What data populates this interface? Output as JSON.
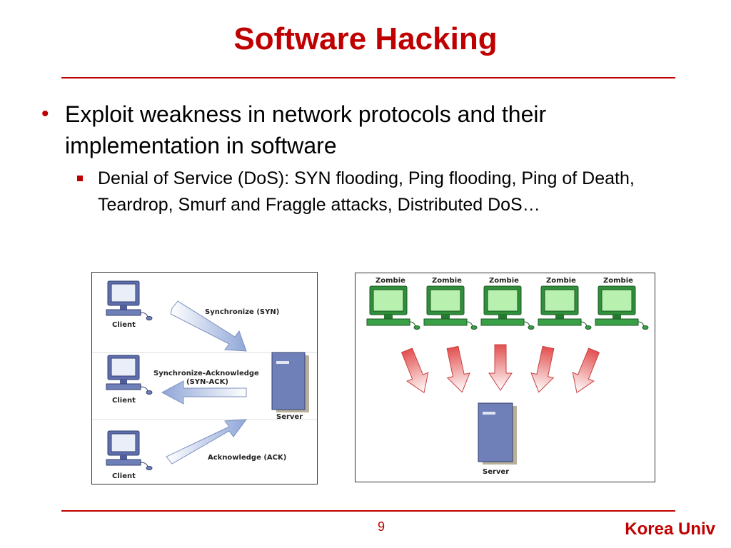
{
  "slide": {
    "title": "Software Hacking",
    "bullet_main": "Exploit weakness in network protocols and their implementation in software",
    "bullet_sub": "Denial of Service (DoS): SYN flooding, Ping flooding, Ping of Death, Teardrop, Smurf and Fraggle attacks, Distributed DoS…",
    "page_number": "9",
    "footer": "Korea Univ"
  },
  "handshake_figure": {
    "client_label": "Client",
    "server_label": "Server",
    "syn_label": "Synchronize (SYN)",
    "synack_label_line1": "Synchronize-Acknowledge",
    "synack_label_line2": "(SYN-ACK)",
    "ack_label": "Acknowledge (ACK)"
  },
  "ddos_figure": {
    "zombie_label": "Zombie",
    "server_label": "Server"
  },
  "colors": {
    "accent": "#c00000",
    "client_computer": "#6f7fb8",
    "zombie_computer": "#2f8f3a",
    "attack_arrow": "#e35050"
  }
}
